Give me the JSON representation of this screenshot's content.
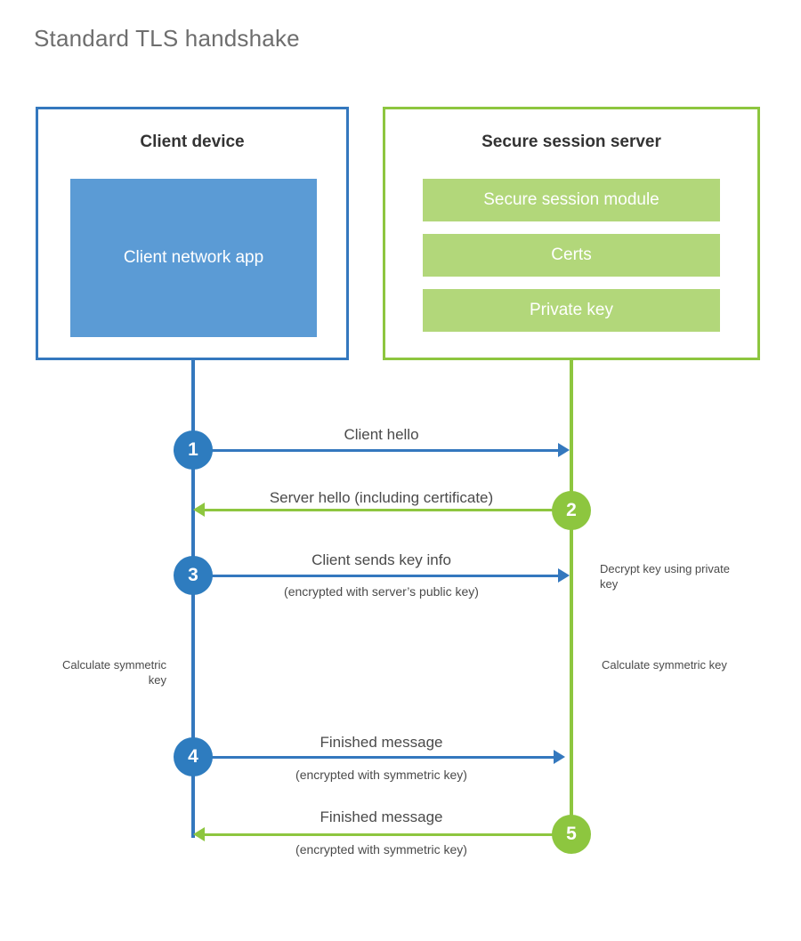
{
  "title": "Standard TLS handshake",
  "entities": {
    "client": {
      "title": "Client device",
      "app_block": "Client network app",
      "border_color": "#3478BE",
      "fill_color": "#5B9BD5"
    },
    "server": {
      "title": "Secure session server",
      "border_color": "#8DC63F",
      "block_color": "#B2D77A",
      "blocks": [
        {
          "label": "Secure session module"
        },
        {
          "label": "Certs"
        },
        {
          "label": "Private key"
        }
      ]
    }
  },
  "steps": [
    {
      "number": "1",
      "label": "Client hello",
      "sublabel": "",
      "direction": "client-to-server",
      "color": "#3478BE"
    },
    {
      "number": "2",
      "label": "Server hello (including certificate)",
      "sublabel": "",
      "direction": "server-to-client",
      "color": "#8DC63F"
    },
    {
      "number": "3",
      "label": "Client sends key info",
      "sublabel": "(encrypted with server’s public key)",
      "direction": "client-to-server",
      "color": "#3478BE"
    },
    {
      "number": "4",
      "label": "Finished message",
      "sublabel": "(encrypted with symmetric key)",
      "direction": "client-to-server",
      "color": "#3478BE"
    },
    {
      "number": "5",
      "label": "Finished message",
      "sublabel": "(encrypted with symmetric key)",
      "direction": "server-to-client",
      "color": "#8DC63F"
    }
  ],
  "annotations": {
    "server_decrypt": "Decrypt key using private key",
    "client_calculate": "Calculate symmetric key",
    "server_calculate": "Calculate symmetric key"
  }
}
